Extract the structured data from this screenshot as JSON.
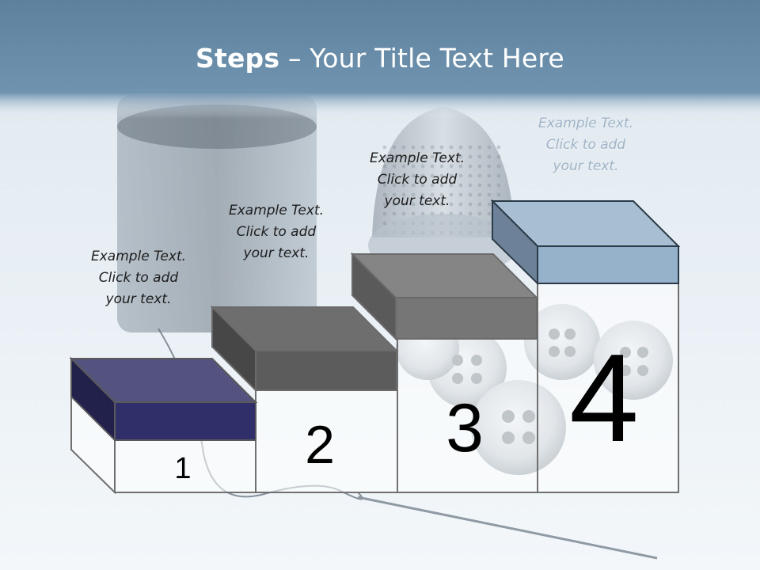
{
  "title": {
    "bold": "Steps",
    "rest": " – Your Title Text Here"
  },
  "steps": [
    {
      "number": "1",
      "caption": [
        "Example Text.",
        "Click  to add",
        "your text."
      ],
      "color": "#2f2e66"
    },
    {
      "number": "2",
      "caption": [
        "Example Text.",
        "Click  to add",
        "your text."
      ],
      "color": "#5e5e5e"
    },
    {
      "number": "3",
      "caption": [
        "Example Text.",
        "Click  to add",
        "your text."
      ],
      "color": "#767676"
    },
    {
      "number": "4",
      "caption": [
        "Example Text.",
        "Click  to add",
        "your text."
      ],
      "color": "#9fb8cf"
    }
  ],
  "colors": {
    "header": "#6f93ae",
    "background": "#eef3f7",
    "outline": "#707070"
  }
}
